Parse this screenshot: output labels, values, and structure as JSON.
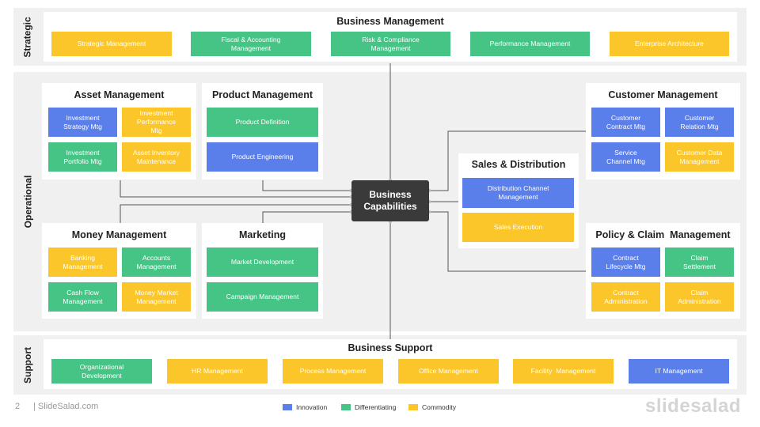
{
  "bands": {
    "strategic": "Strategic",
    "operational": "Operational",
    "support": "Support"
  },
  "hub": {
    "label": "Business\nCapabilities"
  },
  "business_management": {
    "title": "Business Management",
    "items": [
      {
        "label": "Strategic Management",
        "category": "Commodity"
      },
      {
        "label": "Fiscal & Accounting\nManagement",
        "category": "Differentiating"
      },
      {
        "label": "Risk & Compliance\nManagement",
        "category": "Differentiating"
      },
      {
        "label": "Performance Management",
        "category": "Differentiating"
      },
      {
        "label": "Enterprise Architecture",
        "category": "Commodity"
      }
    ]
  },
  "asset_management": {
    "title": "Asset Management",
    "items": [
      {
        "label": "Investment\nStrategy Mtg",
        "category": "Innovation"
      },
      {
        "label": "Investment\nPerformance\nMtg",
        "category": "Commodity"
      },
      {
        "label": "Investment\nPortfolio Mtg",
        "category": "Differentiating"
      },
      {
        "label": "Asset Inventory\nMaintenance",
        "category": "Commodity"
      }
    ]
  },
  "product_management": {
    "title": "Product Management",
    "items": [
      {
        "label": "Product Definition",
        "category": "Differentiating"
      },
      {
        "label": "Product Engineering",
        "category": "Innovation"
      }
    ]
  },
  "customer_management": {
    "title": "Customer Management",
    "items": [
      {
        "label": "Customer\nContract Mtg",
        "category": "Innovation"
      },
      {
        "label": "Customer\nRelation Mtg",
        "category": "Innovation"
      },
      {
        "label": "Service\nChannel Mtg",
        "category": "Innovation"
      },
      {
        "label": "Customer Data\nManagement",
        "category": "Commodity"
      }
    ]
  },
  "sales_distribution": {
    "title": "Sales & Distribution",
    "items": [
      {
        "label": "Distribution Channel\nManagement",
        "category": "Innovation"
      },
      {
        "label": "Sales Execution",
        "category": "Commodity"
      }
    ]
  },
  "money_management": {
    "title": "Money Management",
    "items": [
      {
        "label": "Banking\nManagement",
        "category": "Commodity"
      },
      {
        "label": "Accounts\nManagement",
        "category": "Differentiating"
      },
      {
        "label": "Cash Flow\nManagement",
        "category": "Differentiating"
      },
      {
        "label": "Money Market\nManagement",
        "category": "Commodity"
      }
    ]
  },
  "marketing": {
    "title": "Marketing",
    "items": [
      {
        "label": "Market Development",
        "category": "Differentiating"
      },
      {
        "label": "Campaign Management",
        "category": "Differentiating"
      }
    ]
  },
  "policy_claim": {
    "title": "Policy & Claim  Management",
    "items": [
      {
        "label": "Contract\nLifecycle Mtg",
        "category": "Innovation"
      },
      {
        "label": "Claim\nSettlement",
        "category": "Differentiating"
      },
      {
        "label": "Contract\nAdministration",
        "category": "Commodity"
      },
      {
        "label": "Claim\nAdministration",
        "category": "Commodity"
      }
    ]
  },
  "business_support": {
    "title": "Business Support",
    "items": [
      {
        "label": "Organizational\nDevelopment",
        "category": "Differentiating"
      },
      {
        "label": "HR Management",
        "category": "Commodity"
      },
      {
        "label": "Process Management",
        "category": "Commodity"
      },
      {
        "label": "Office Management",
        "category": "Commodity"
      },
      {
        "label": "Facility  Management",
        "category": "Commodity"
      },
      {
        "label": "IT Management",
        "category": "Innovation"
      }
    ]
  },
  "legend": [
    {
      "label": "Innovation",
      "color": "#5b7fea"
    },
    {
      "label": "Differentiating",
      "color": "#45c486"
    },
    {
      "label": "Commodity",
      "color": "#fbc62a"
    }
  ],
  "footer": {
    "page_number": "2",
    "source": "| SlideSalad.com",
    "brand": "slidesalad"
  }
}
